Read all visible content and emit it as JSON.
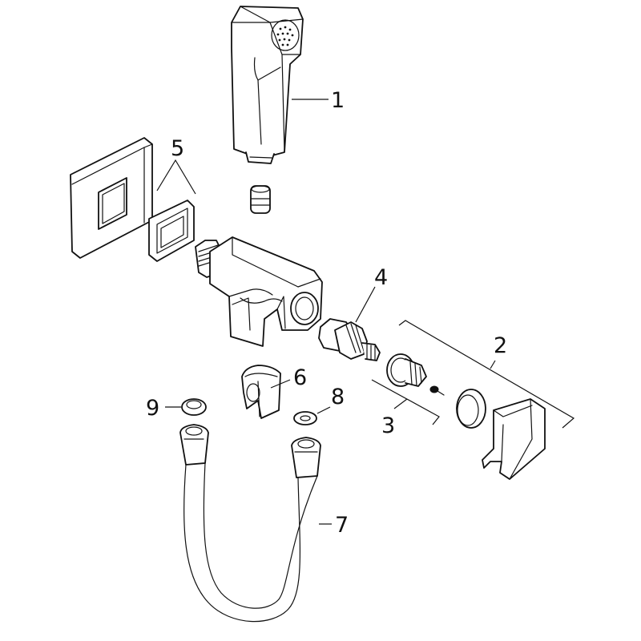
{
  "callouts": [
    {
      "id": "1",
      "text": "1"
    },
    {
      "id": "2",
      "text": "2"
    },
    {
      "id": "3",
      "text": "3"
    },
    {
      "id": "4",
      "text": "4"
    },
    {
      "id": "5",
      "text": "5"
    },
    {
      "id": "6",
      "text": "6"
    },
    {
      "id": "7",
      "text": "7"
    },
    {
      "id": "8",
      "text": "8"
    },
    {
      "id": "9",
      "text": "9"
    }
  ],
  "colors": {
    "line": "#111111",
    "background": "#ffffff"
  }
}
